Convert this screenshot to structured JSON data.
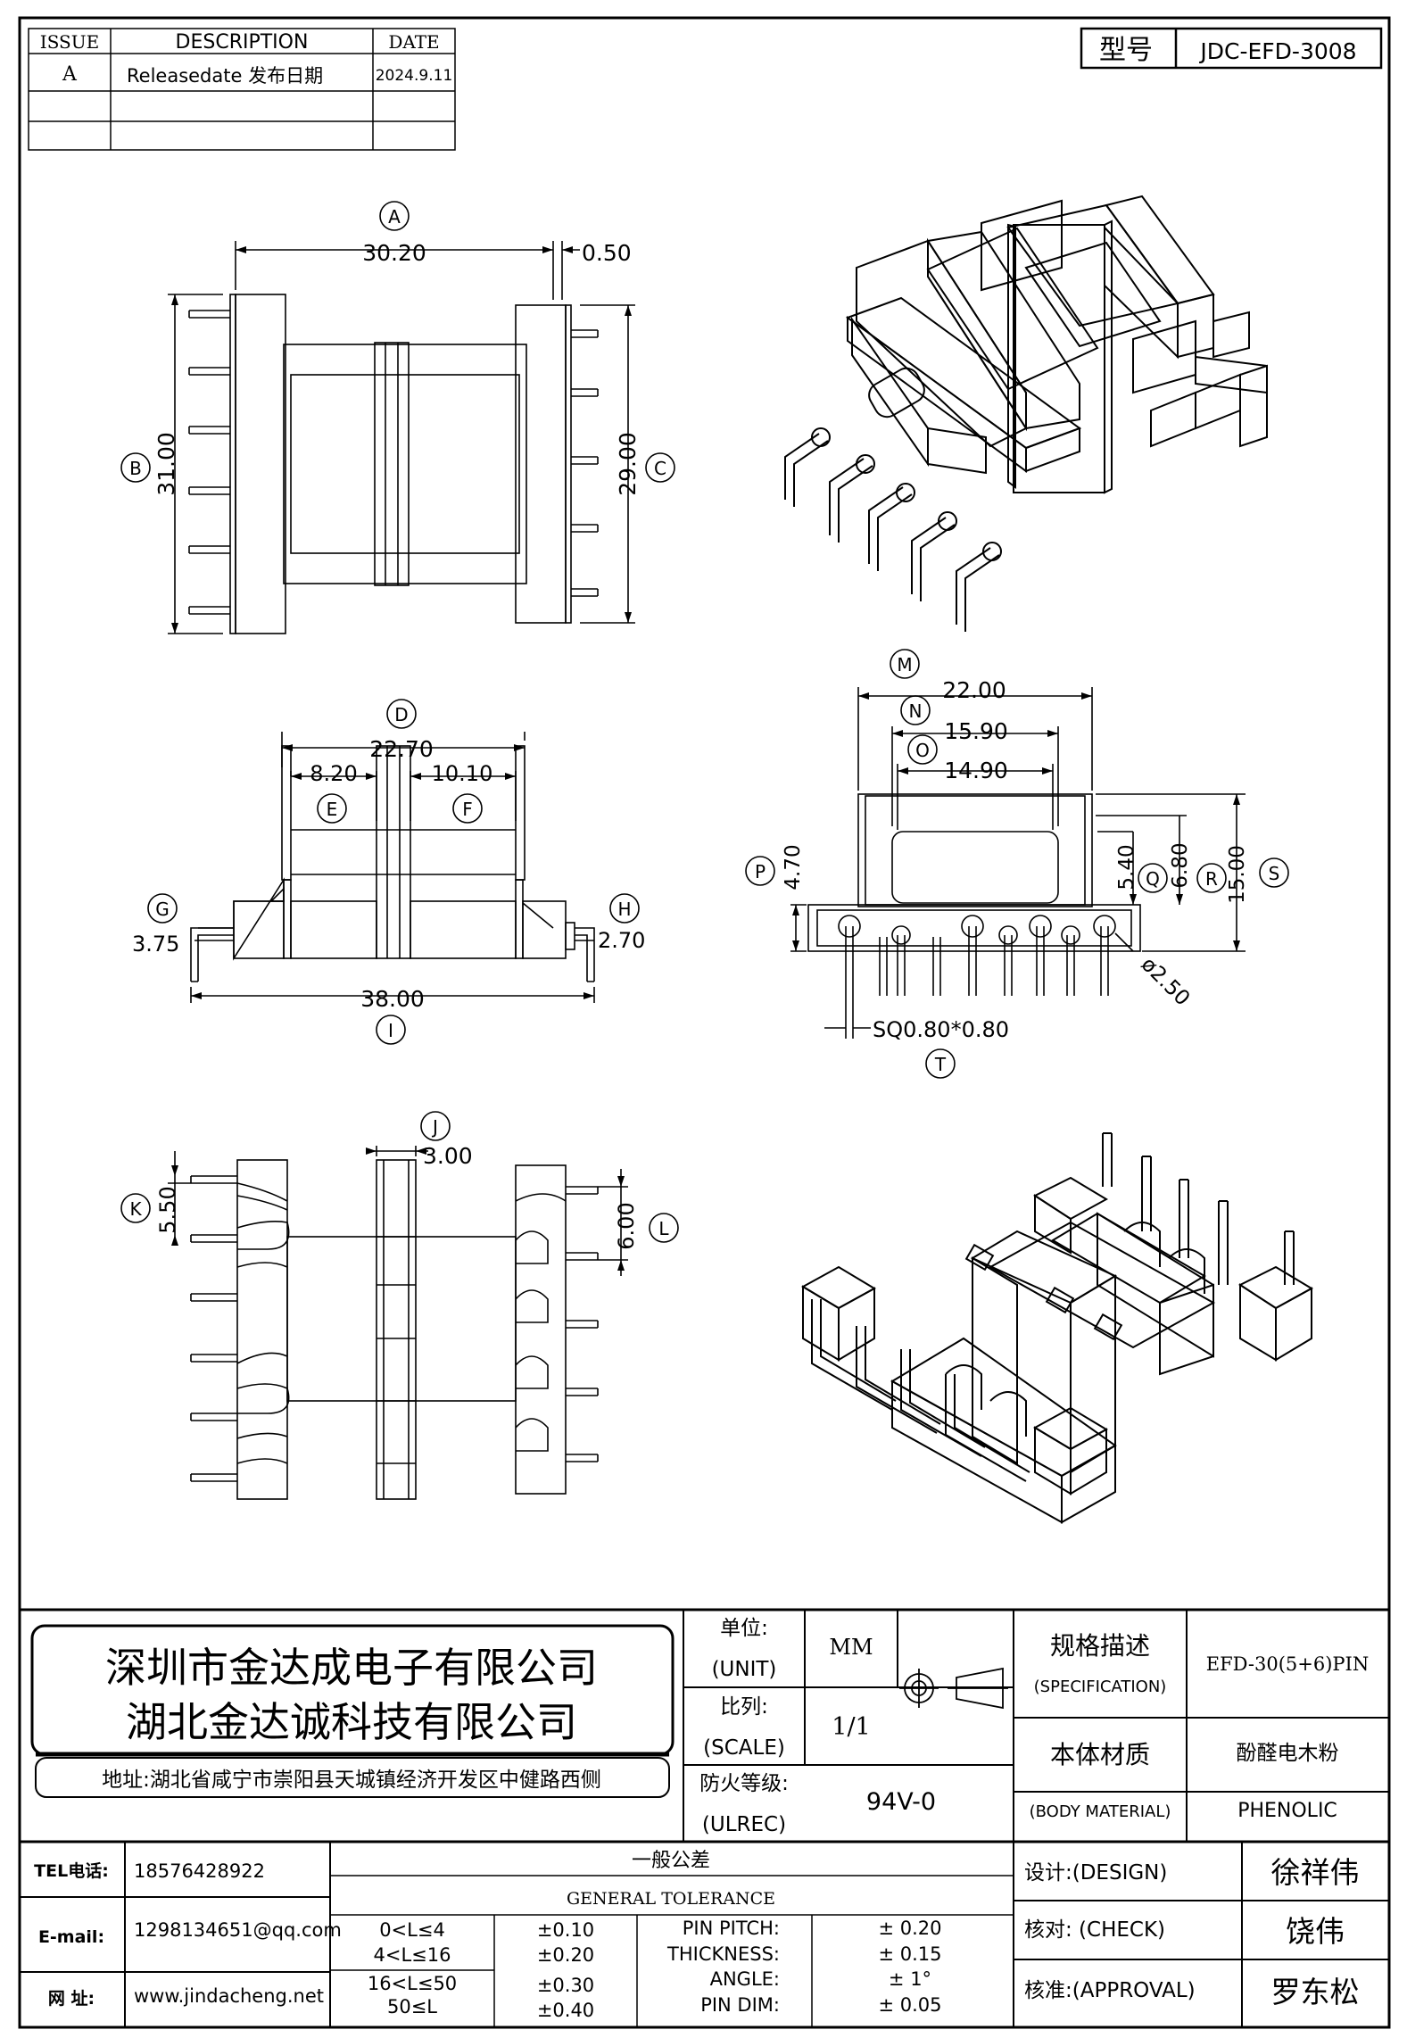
{
  "revision": {
    "headers": {
      "issue": "ISSUE",
      "description": "DESCRIPTION",
      "date": "DATE"
    },
    "rows": [
      {
        "issue": "A",
        "description": "Releasedate 发布日期",
        "date": "2024.9.11"
      }
    ]
  },
  "model": {
    "label": "型号",
    "value": "JDC-EFD-3008"
  },
  "dimensions": {
    "top_view": {
      "A": {
        "tag": "A",
        "value": "30.20"
      },
      "A_offset": "0.50",
      "B": {
        "tag": "B",
        "value": "31.00"
      },
      "C": {
        "tag": "C",
        "value": "29.00"
      }
    },
    "side_view": {
      "D": {
        "tag": "D",
        "value": "22.70"
      },
      "E": {
        "tag": "E",
        "value": "8.20"
      },
      "F": {
        "tag": "F",
        "value": "10.10"
      },
      "G": {
        "tag": "G",
        "value": "3.75"
      },
      "H": {
        "tag": "H",
        "value": "2.70"
      },
      "I": {
        "tag": "I",
        "value": "38.00"
      }
    },
    "end_view": {
      "M": {
        "tag": "M",
        "value": "22.00"
      },
      "N": {
        "tag": "N",
        "value": "15.90"
      },
      "O": {
        "tag": "O",
        "value": "14.90"
      },
      "P": {
        "tag": "P",
        "value": "4.70"
      },
      "Q": {
        "tag": "Q",
        "value": "5.40"
      },
      "R": {
        "tag": "R",
        "value": "6.80"
      },
      "S": {
        "tag": "S",
        "value": "15.00"
      },
      "pin_dia": "ø2.50",
      "T": {
        "tag": "T",
        "value": "SQ0.80*0.80"
      }
    },
    "bottom_view": {
      "J": {
        "tag": "J",
        "value": "3.00"
      },
      "K": {
        "tag": "K",
        "value": "5.50"
      },
      "L": {
        "tag": "L",
        "value": "6.00"
      }
    }
  },
  "title_block": {
    "company_1": "深圳市金达成电子有限公司",
    "company_2": "湖北金达诚科技有限公司",
    "address": "地址:湖北省咸宁市崇阳县天城镇经济开发区中健路西侧",
    "unit_label": "单位:",
    "unit_label_en": "(UNIT)",
    "unit_value": "MM",
    "scale_label": "比列:",
    "scale_label_en": "(SCALE)",
    "scale_value": "1/1",
    "ul_label": "防火等级:",
    "ul_label_en": "(ULREC)",
    "ul_value": "94V-0",
    "spec_label": "规格描述",
    "spec_label_en": "(SPECIFICATION)",
    "spec_value": "EFD-30(5+6)PIN",
    "material_label": "本体材质",
    "material_label_en": "(BODY MATERIAL)",
    "material_value_cn": "酚醛电木粉",
    "material_value_en": "PHENOLIC",
    "tel_label": "TEL电话:",
    "tel_value": "18576428922",
    "email_label": "E-mail:",
    "email_value": "1298134651@qq.com",
    "web_label": "网  址:",
    "web_value": "www.jindacheng.net",
    "tolerance_title_cn": "一般公差",
    "tolerance_title_en": "GENERAL TOLERANCE",
    "tolerance_rows": [
      {
        "range": "0<L≤4",
        "tol": "±0.10",
        "item": "PIN PITCH:",
        "item_tol": "± 0.20"
      },
      {
        "range": "4<L≤16",
        "tol": "±0.20",
        "item": "THICKNESS:",
        "item_tol": "± 0.15"
      },
      {
        "range": "16<L≤50",
        "tol": "±0.30",
        "item": "ANGLE:",
        "item_tol": "± 1°"
      },
      {
        "range": "50≤L",
        "tol": "±0.40",
        "item": "PIN DIM:",
        "item_tol": "± 0.05"
      }
    ],
    "design_label": "设计:(DESIGN)",
    "design_value": "徐祥伟",
    "check_label": "核对: (CHECK)",
    "check_value": "饶伟",
    "approval_label": "核准:(APPROVAL)",
    "approval_value": "罗东松"
  }
}
